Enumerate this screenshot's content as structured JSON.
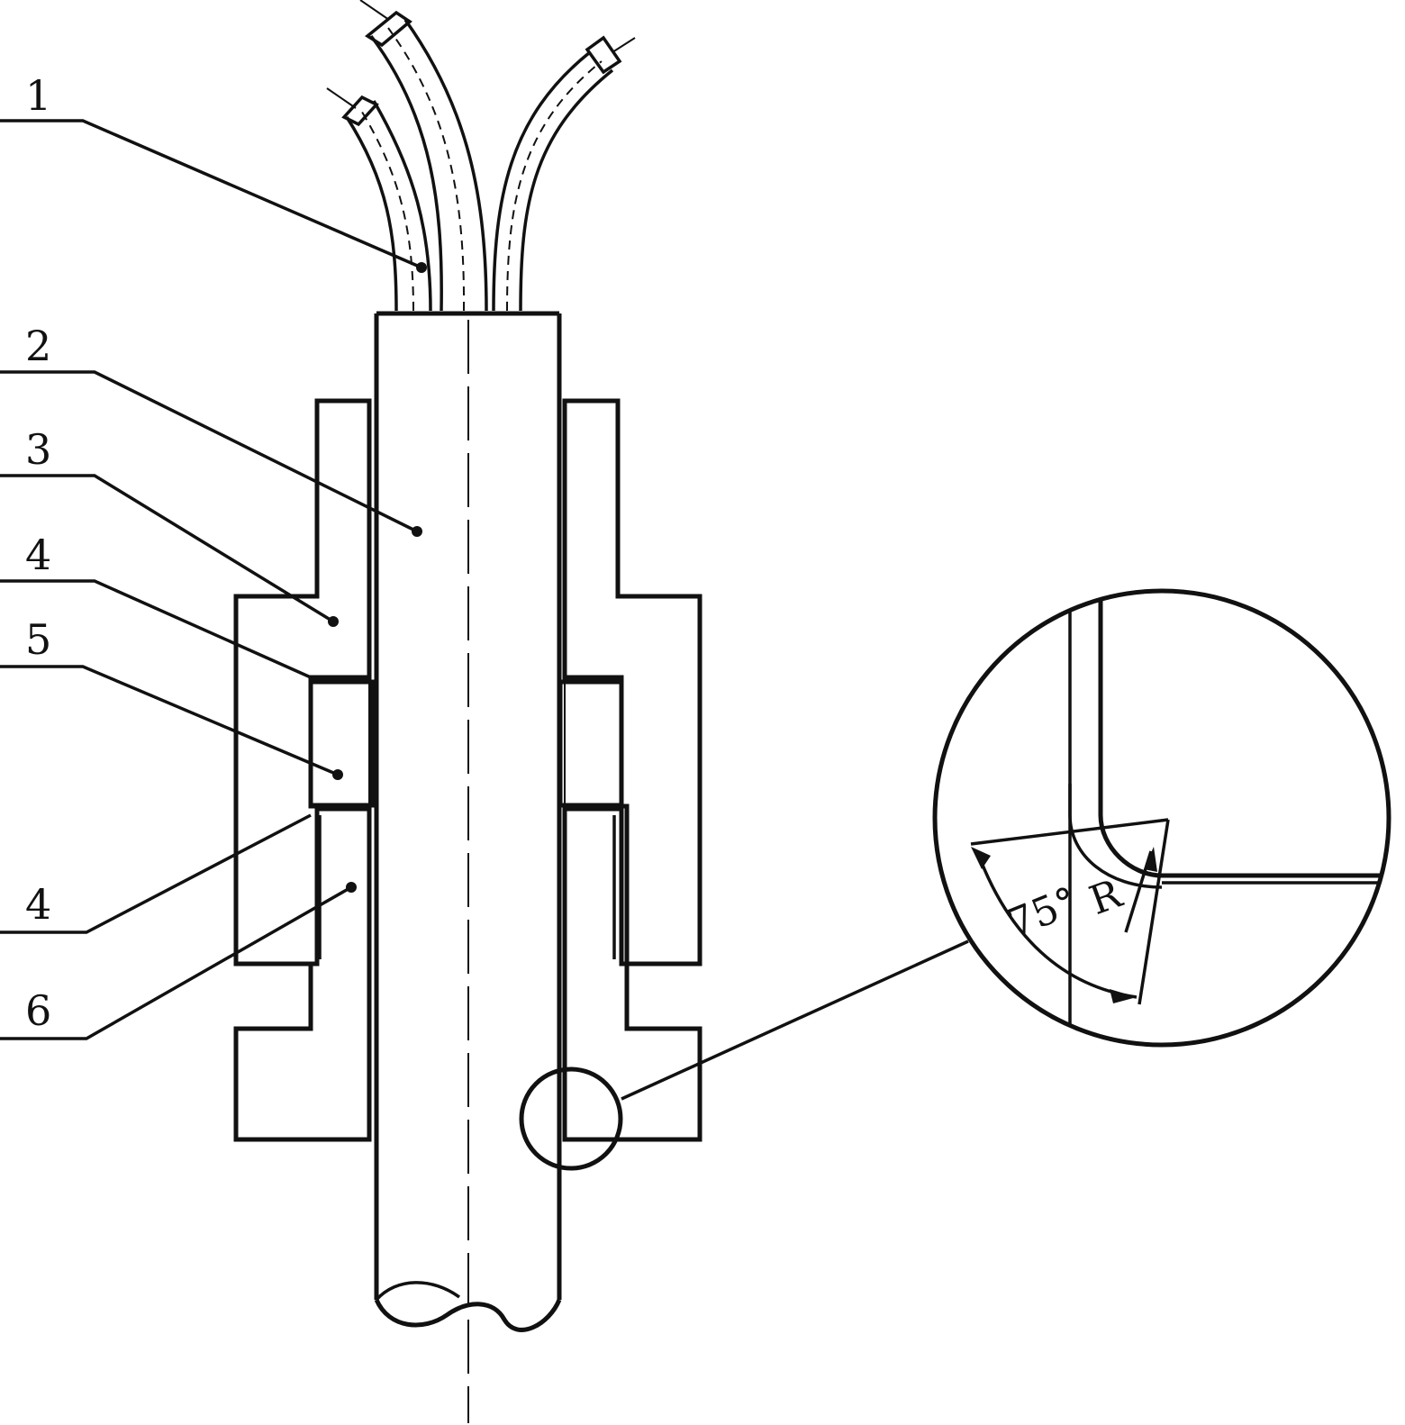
{
  "labels": {
    "part_1": "1",
    "part_2": "2",
    "part_3": "3",
    "part_4_upper": "4",
    "part_5": "5",
    "part_4_lower": "4",
    "part_6": "6"
  },
  "detail_view": {
    "angle": "75°",
    "radius": "R"
  },
  "colors": {
    "line": "#111111",
    "background": "#ffffff"
  }
}
